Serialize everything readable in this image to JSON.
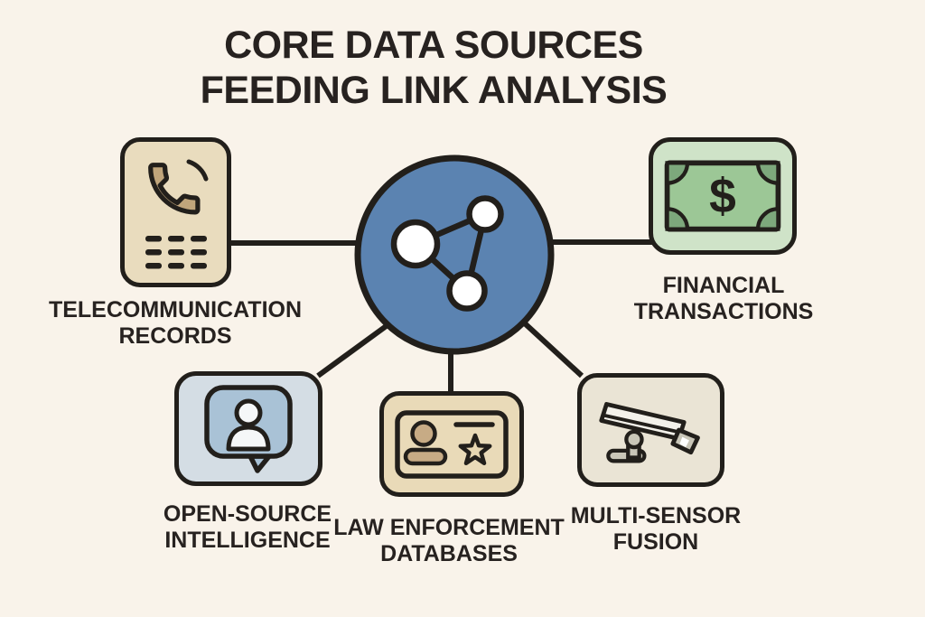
{
  "title": {
    "line1": "CORE DATA SOURCES",
    "line2": "FEEDING LINK ANALYSIS"
  },
  "colors": {
    "background": "#f9f3ea",
    "line": "#221f1b",
    "text": "#272220"
  },
  "center_node": {
    "icon": "network-graph-icon",
    "fill": "#5b83b1",
    "node_fill": "#ffffff"
  },
  "sources": [
    {
      "id": "telecommunication-records",
      "icon": "phone-icon",
      "label_lines": [
        "TELECOMMUNICATION",
        "RECORDS"
      ],
      "card_fill": "#e9dcbe",
      "handset_fill": "#c0a57b"
    },
    {
      "id": "financial-transactions",
      "icon": "banknote-icon",
      "label_lines": [
        "FINANCIAL",
        "TRANSACTIONS"
      ],
      "card_fill": "#cfe3c8",
      "note_fill": "#9cc796",
      "corner_fill": "#7da87c",
      "currency_symbol": "$"
    },
    {
      "id": "open-source-intelligence",
      "icon": "person-chat-bubble-icon",
      "label_lines": [
        "OPEN-SOURCE",
        "INTELLIGENCE"
      ],
      "card_fill": "#d4dde4",
      "bubble_fill": "#a9c2d6",
      "person_fill": "#f5f7f8"
    },
    {
      "id": "law-enforcement-databases",
      "icon": "id-card-icon",
      "label_lines": [
        "LAW ENFORCEMENT",
        "DATABASES"
      ],
      "card_fill": "#e9dab8",
      "idcard_fill": "#e9dab8",
      "person_fill": "#c7ab85",
      "star_fill": "#e6d6b2"
    },
    {
      "id": "multi-sensor-fusion",
      "icon": "cctv-camera-icon",
      "label_lines": [
        "MULTI-SENSOR",
        "FUSION"
      ],
      "card_fill": "#eae4d5",
      "camera_fill": "#f3f1ea",
      "camera_accent": "#c9c6b8"
    }
  ]
}
